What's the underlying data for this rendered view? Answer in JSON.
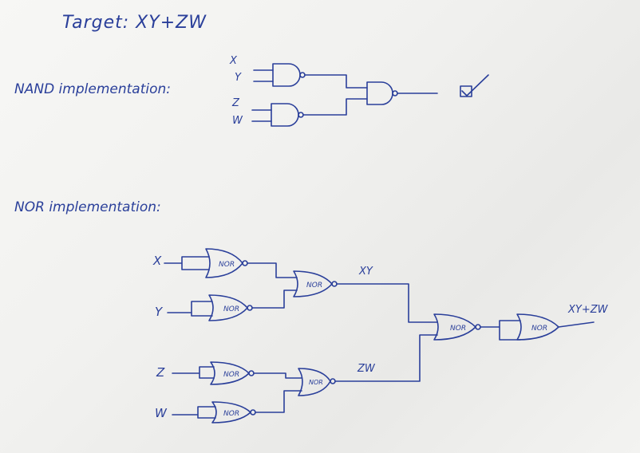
{
  "title": "Target: XY+ZW",
  "nand_section": {
    "label": "NAND implementation:",
    "inputs": [
      "X",
      "Y",
      "Z",
      "W"
    ]
  },
  "nor_section": {
    "label": "NOR implementation:",
    "inputs": [
      "X",
      "Y",
      "Z",
      "W"
    ],
    "gate_label": "NOR",
    "intermediate_top": "XY",
    "intermediate_bottom": "ZW",
    "output": "XY+ZW"
  }
}
